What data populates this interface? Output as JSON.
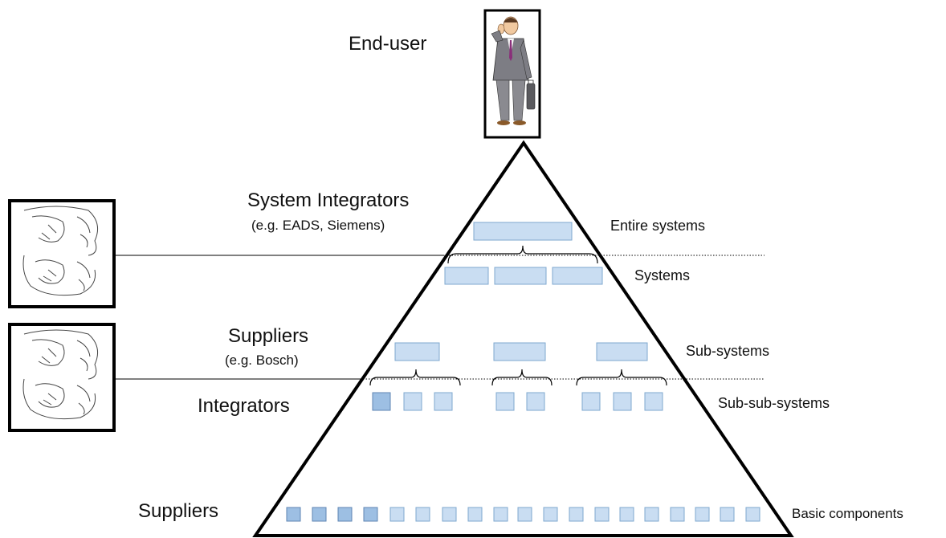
{
  "roles": {
    "end_user": "End-user",
    "system_integrators": "System Integrators",
    "system_integrators_example": "(e.g. EADS, Siemens)",
    "suppliers_mid": "Suppliers",
    "suppliers_mid_example": "(e.g. Bosch)",
    "integrators": "Integrators",
    "suppliers_bottom": "Suppliers"
  },
  "levels": {
    "entire_systems": "Entire systems",
    "systems": "Systems",
    "sub_systems": "Sub-systems",
    "sub_sub_systems": "Sub-sub-systems",
    "basic_components": "Basic components"
  },
  "icons": {
    "end_user": "businessman-icon",
    "janus_top": "two-faced-head-icon",
    "janus_bottom": "two-faced-head-icon"
  },
  "colors": {
    "box_fill": "#c9ddf2",
    "box_stroke": "#7fa8cf",
    "box_fill_dark": "#9dbfe3",
    "line": "#000000"
  }
}
